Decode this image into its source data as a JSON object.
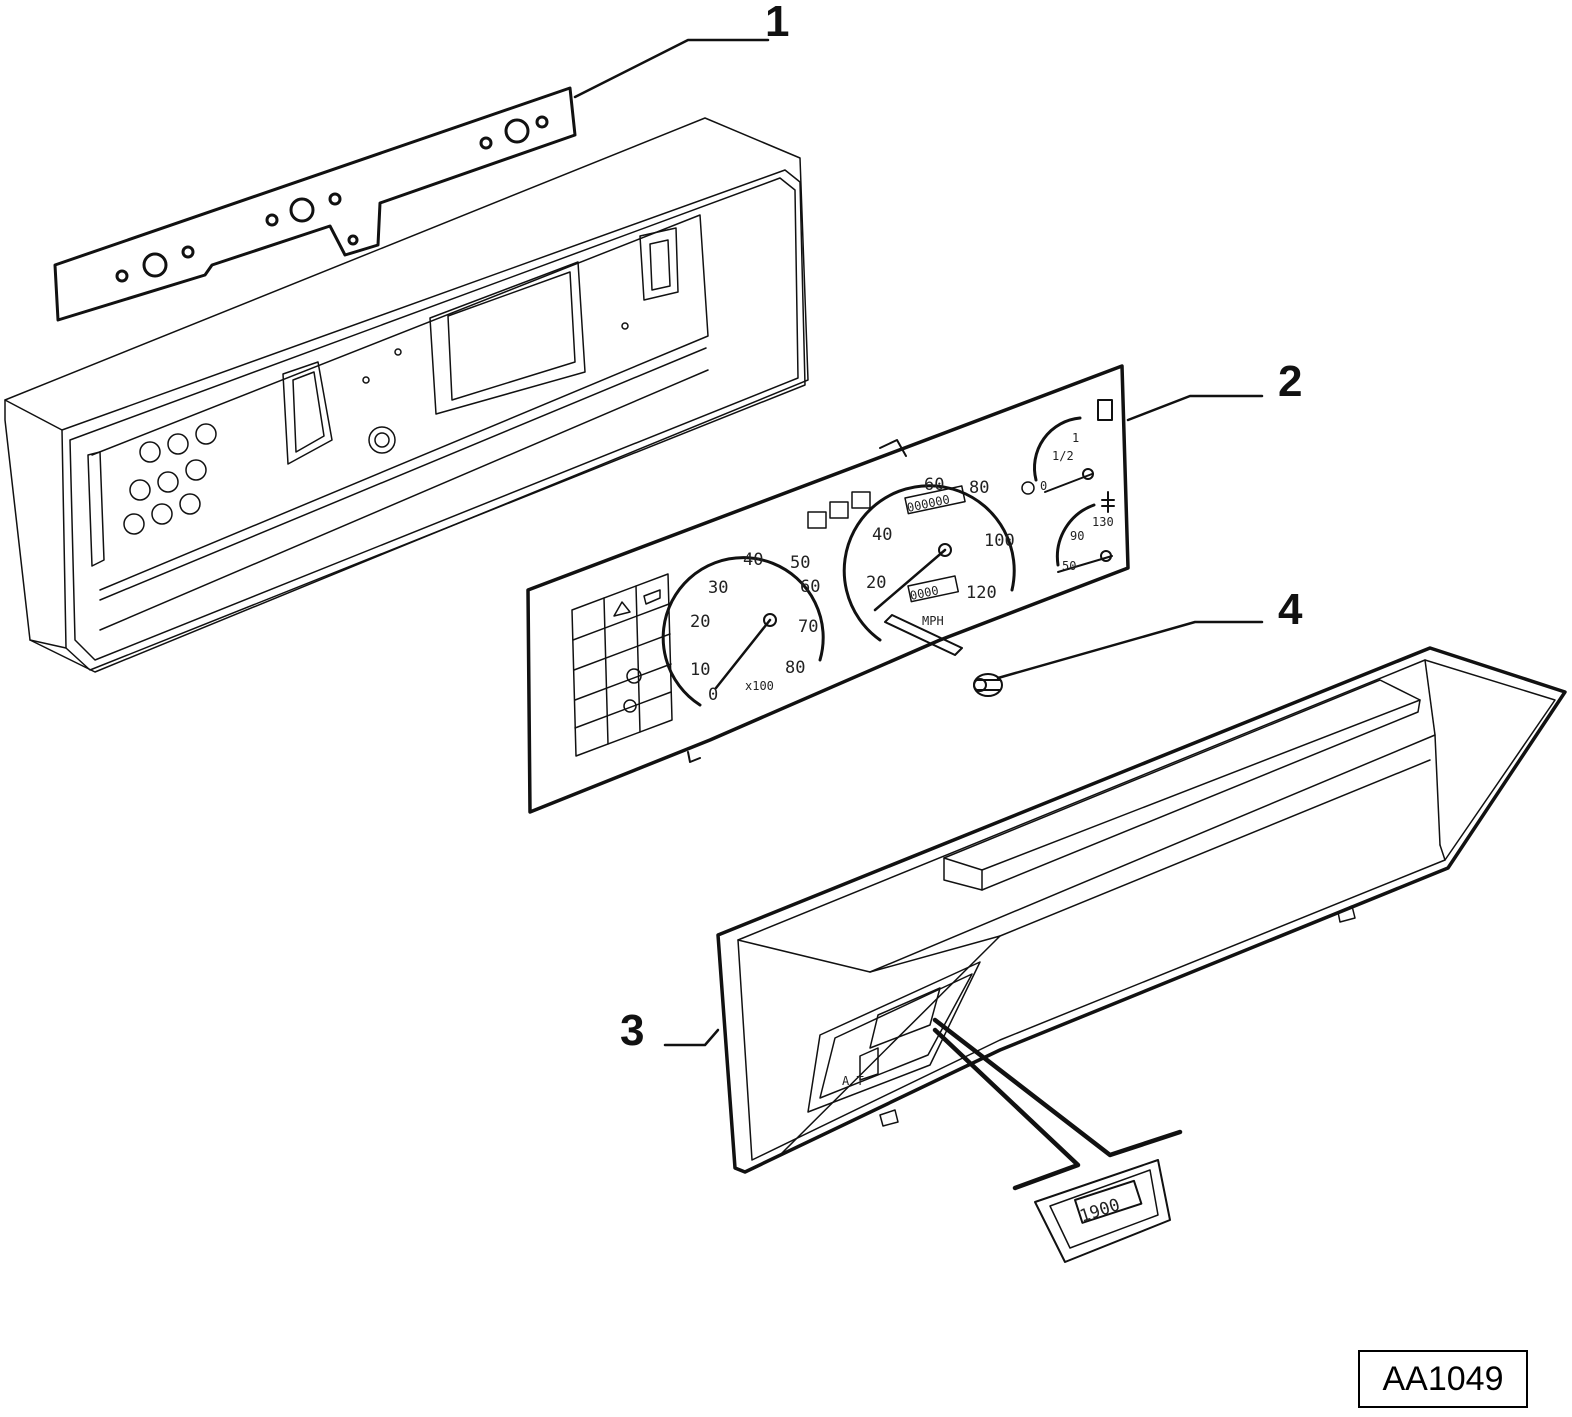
{
  "callouts": {
    "c1": "1",
    "c2": "2",
    "c3": "3",
    "c4": "4"
  },
  "reference_code": "AA1049",
  "gauges": {
    "tachometer": {
      "ticks": [
        "0",
        "10",
        "20",
        "30",
        "40",
        "50",
        "60",
        "70",
        "80"
      ],
      "multiplier": "x100"
    },
    "speedometer": {
      "ticks": [
        "20",
        "40",
        "60",
        "80",
        "100",
        "120"
      ],
      "unit": "MPH",
      "odometer": "000000",
      "trip": "0000"
    },
    "fuel": {
      "ticks": [
        "0",
        "1/2",
        "1"
      ]
    },
    "temperature": {
      "ticks": [
        "50",
        "90",
        "130"
      ]
    }
  },
  "clock_display": "1900",
  "lens_label": "A T",
  "colors": {
    "line": "#111111",
    "background": "#ffffff"
  }
}
